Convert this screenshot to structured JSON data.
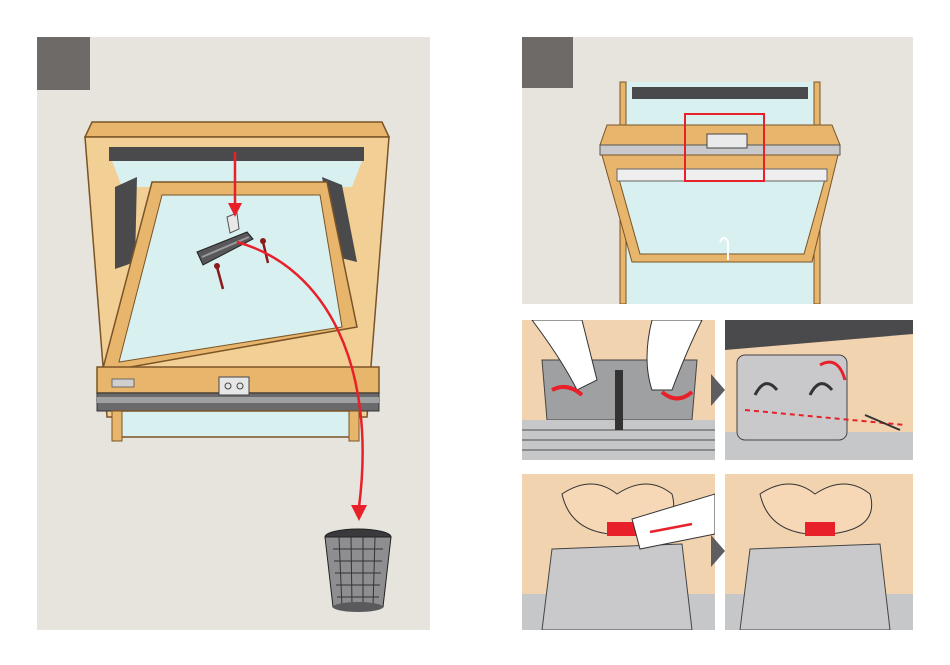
{
  "figure": {
    "kind": "installation-instructions",
    "panels": [
      {
        "id": "left-main",
        "content": "window-with-bracket-removed"
      },
      {
        "id": "right-top",
        "content": "window-sash-with-handle-highlight"
      },
      {
        "id": "detail-1",
        "content": "hands-pressing-clips"
      },
      {
        "id": "detail-2",
        "content": "bracket-screw-removal"
      },
      {
        "id": "detail-3",
        "content": "tape-application"
      },
      {
        "id": "detail-4",
        "content": "tape-applied"
      }
    ],
    "colors": {
      "panel_bg": "#e6e4dc",
      "badge": "#6d6a68",
      "wood": "#e8b56d",
      "wood_dark": "#b07a38",
      "glass": "#d8f0ef",
      "frame_grey": "#4a4a4c",
      "arrow_red": "#e8202a",
      "skin": "#f2d3b0"
    },
    "icons": [
      "trash-bin-icon",
      "red-arrow-icon",
      "screw-icon",
      "highlight-box-icon",
      "step-arrow-icon"
    ]
  }
}
